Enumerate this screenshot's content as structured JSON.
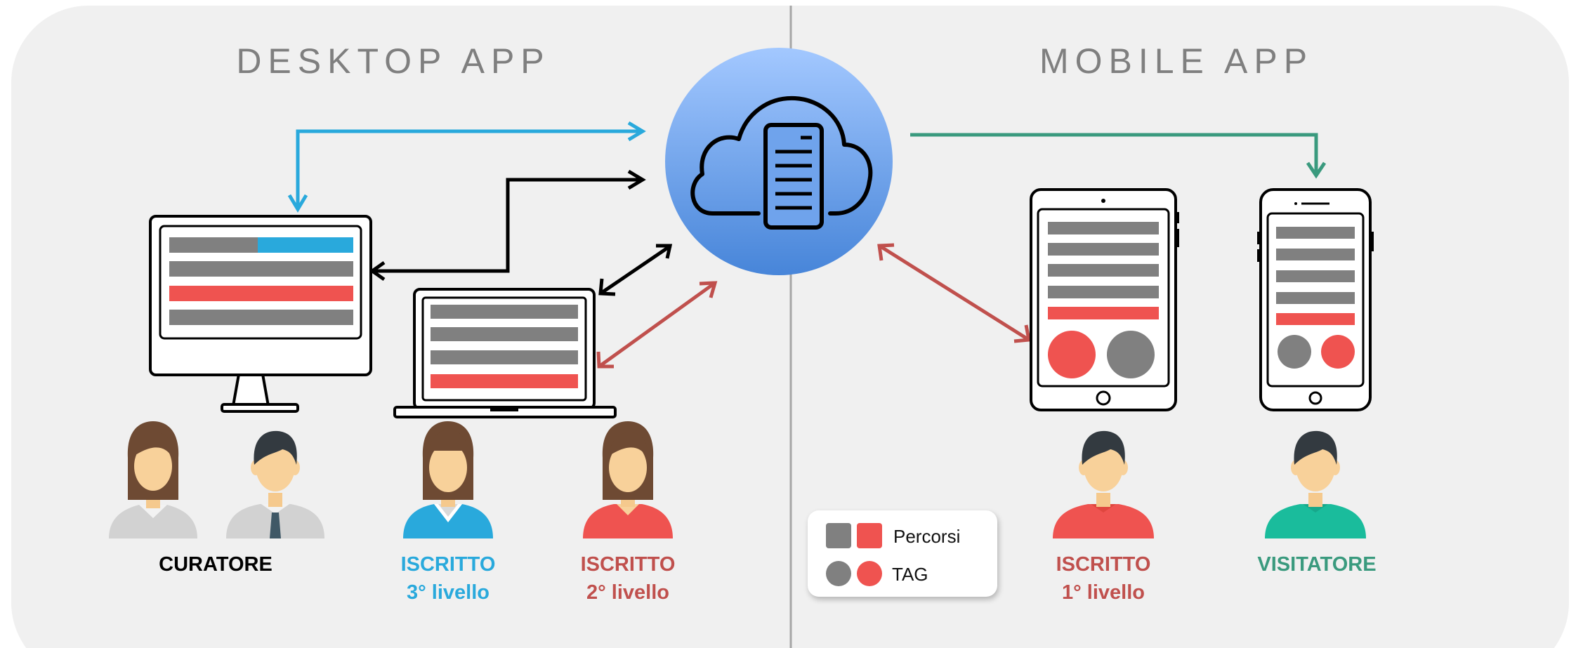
{
  "panels": {
    "desktop_title": "DESKTOP APP",
    "mobile_title": "MOBILE APP"
  },
  "roles": {
    "curatore": {
      "line1": "CURATORE",
      "color": "#000000"
    },
    "iscritto3": {
      "line1": "ISCRITTO",
      "line2": "3° livello",
      "color": "#29a9dc"
    },
    "iscritto2_desktop": {
      "line1": "ISCRITTO",
      "line2": "2° livello",
      "color": "#c0504d"
    },
    "iscritto1_mobile": {
      "line1": "ISCRITTO",
      "line2": "1° livello",
      "color": "#c0504d"
    },
    "visitatore": {
      "line1": "VISITATORE",
      "color": "#3a9a7e"
    }
  },
  "legend": {
    "percorsi_label": "Percorsi",
    "tag_label": "TAG"
  },
  "colors": {
    "background": "#f0f0f0",
    "divider": "#a0a0a0",
    "blue_arrow": "#29a9dc",
    "black_arrow": "#000000",
    "red_arrow": "#c0504d",
    "green_arrow": "#3a9a7e",
    "gray_item": "#808080",
    "red_item": "#ef5350",
    "blue_item": "#29a9dc",
    "cloud_top": "#9cc6ff",
    "cloud_bottom": "#4a88dc"
  },
  "icons": [
    "cloud-server-icon",
    "desktop-monitor-icon",
    "laptop-icon",
    "tablet-icon",
    "smartphone-icon",
    "user-avatar-icon"
  ]
}
